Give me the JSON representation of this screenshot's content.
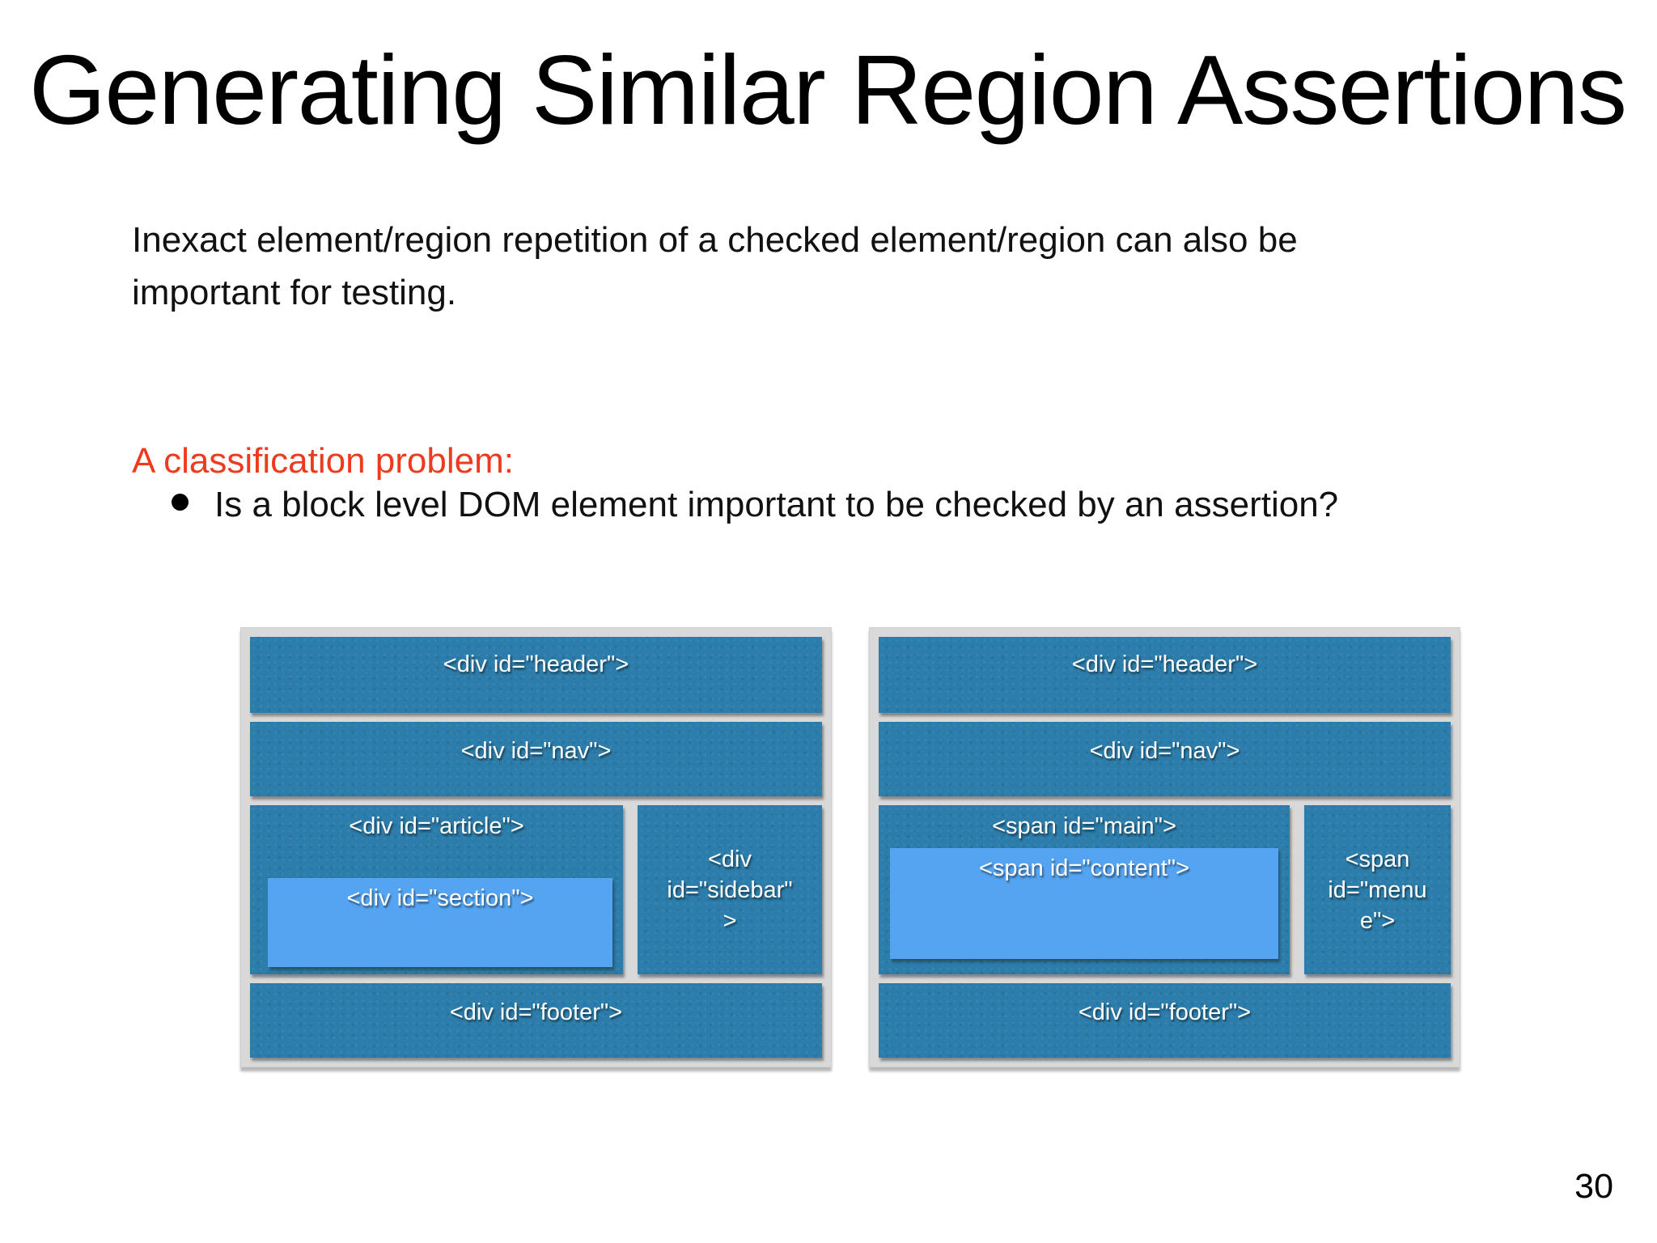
{
  "slide": {
    "title": "Generating Similar Region Assertions",
    "paragraph": "Inexact element/region repetition of a checked element/region can also be important for testing.",
    "problem_heading": "A classification problem:",
    "bullet": "Is a block level DOM element important to be checked by an assertion?",
    "page_number": "30"
  },
  "colors": {
    "heading_red": "#ee3a1d",
    "box_blue": "#2c7dab",
    "box_light_blue": "#55a4f1",
    "panel_gray": "#d9d9d9"
  },
  "diagrams": {
    "left": {
      "header": "<div id=\"header\">",
      "nav": "<div id=\"nav\">",
      "article": "<div id=\"article\">",
      "section": "<div id=\"section\">",
      "sidebar": "<div\nid=\"sidebar\"\n>",
      "footer": "<div id=\"footer\">"
    },
    "right": {
      "header": "<div id=\"header\">",
      "nav": "<div id=\"nav\">",
      "main": "<span id=\"main\">",
      "content": "<span id=\"content\">",
      "menu": "<span\nid=\"menu\ne\">",
      "footer": "<div id=\"footer\">"
    }
  }
}
